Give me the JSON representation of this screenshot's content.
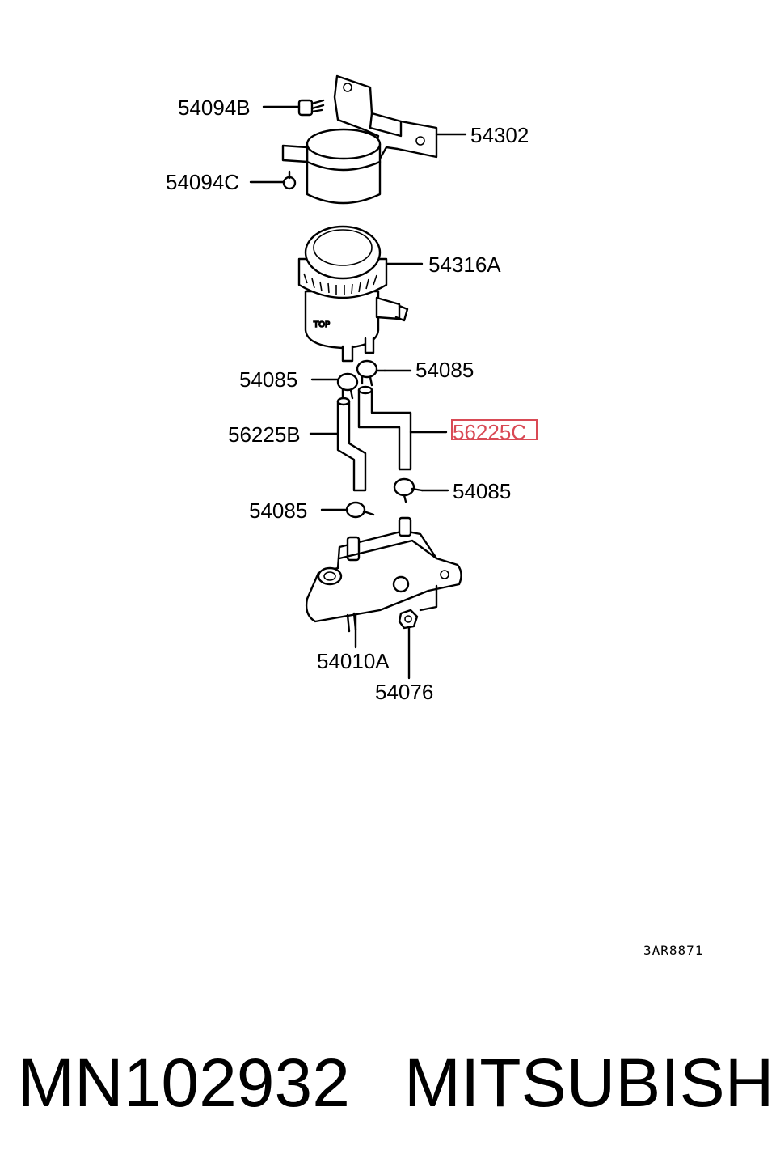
{
  "callouts": {
    "c54094B": "54094B",
    "c54302": "54302",
    "c54094C": "54094C",
    "c54316A": "54316A",
    "c54085_left_top": "54085",
    "c54085_right_top": "54085",
    "c56225B": "56225B",
    "c56225C": "56225C",
    "c54085_right_bottom": "54085",
    "c54085_left_bottom": "54085",
    "c54010A": "54010A",
    "c54076": "54076"
  },
  "highlighted_callout": "56225C",
  "diagram_reference": "3AR8871",
  "footer": {
    "part_number": "MN102932",
    "brand": "MITSUBISHI"
  },
  "colors": {
    "highlight": "#d94a55",
    "lines": "#000000",
    "background": "#ffffff"
  }
}
